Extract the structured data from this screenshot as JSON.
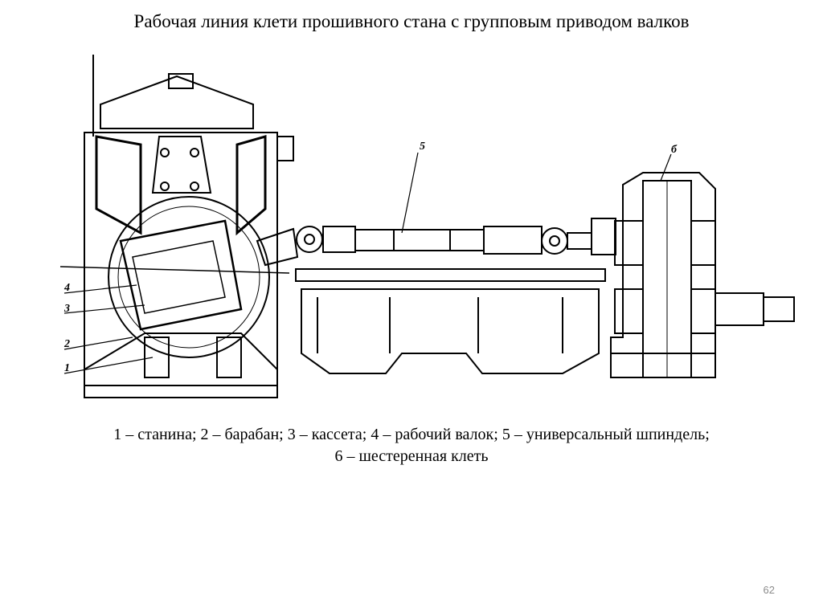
{
  "slide": {
    "title": "Рабочая линия клети прошивного стана с групповым приводом валков",
    "caption_line1": "1 – станина; 2 – барабан; 3 – кассета; 4 – рабочий валок; 5 – универсальный шпиндель;",
    "caption_line2": "6 – шестеренная клеть",
    "page_number": "62"
  },
  "drawing": {
    "labels": [
      "1",
      "2",
      "3",
      "4",
      "5",
      "б"
    ]
  }
}
